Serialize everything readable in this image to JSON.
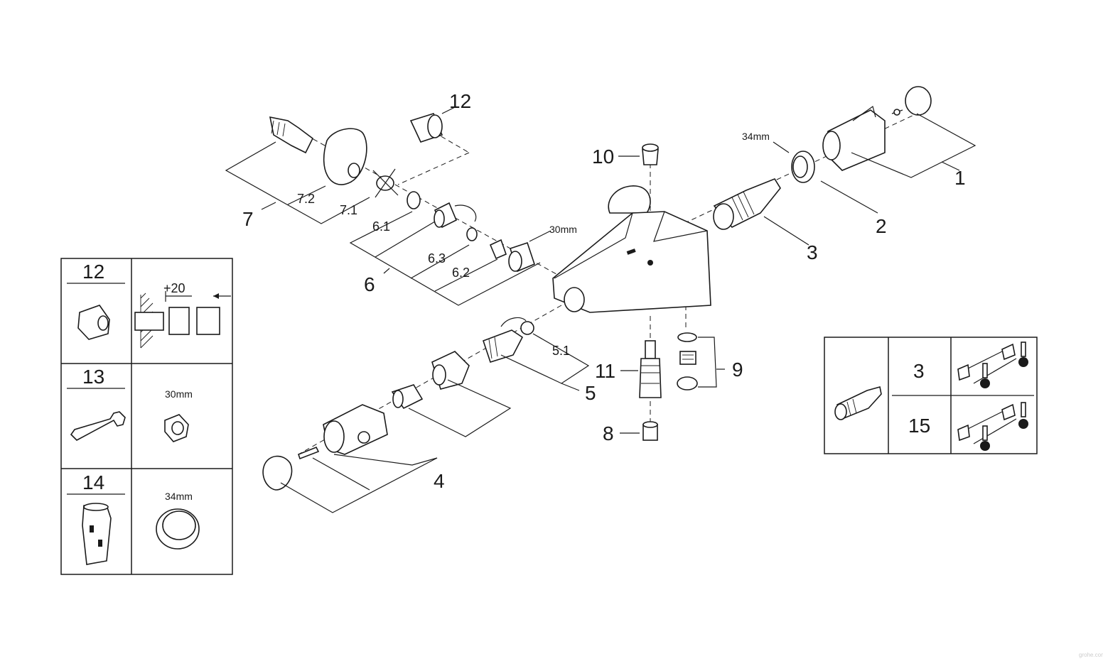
{
  "callouts": {
    "p1": "1",
    "p2": "2",
    "p3": "3",
    "p4": "4",
    "p5": "5",
    "p5_1": "5.1",
    "p6": "6",
    "p6_1": "6.1",
    "p6_2": "6.2",
    "p6_3": "6.3",
    "p7": "7",
    "p7_1": "7.1",
    "p7_2": "7.2",
    "p8": "8",
    "p9": "9",
    "p10": "10",
    "p11": "11",
    "p12": "12"
  },
  "dimensions": {
    "nut_top_34": "34mm",
    "nut_30": "30mm"
  },
  "accessory_table": {
    "rows": [
      {
        "number": "12",
        "note": "+20"
      },
      {
        "number": "13",
        "note": "30mm"
      },
      {
        "number": "14",
        "note": "34mm"
      }
    ]
  },
  "cartridge_table": {
    "rows": [
      {
        "number": "3"
      },
      {
        "number": "15"
      }
    ]
  },
  "watermark": "grohe.com",
  "icons": [
    "wrench-icon",
    "thermometer-icon",
    "cartridge-icon",
    "extension-piece-icon",
    "nut-icon",
    "ring-icon"
  ]
}
